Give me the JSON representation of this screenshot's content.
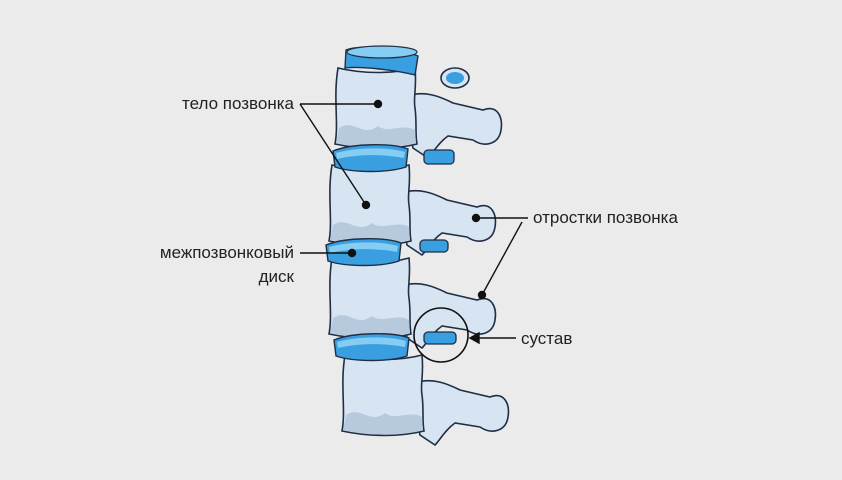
{
  "labels": {
    "body": "тело позвонка",
    "disc_line1": "межпозвонковый",
    "disc_line2": "диск",
    "processes": "отростки позвонка",
    "joint": "сустав"
  },
  "colors": {
    "background": "#ebebeb",
    "bone": "#d7e5f3",
    "bone_shadow": "#b6c9dd",
    "outline": "#1f2f45",
    "disc": "#3a9fe0",
    "disc_light": "#85cdf2"
  }
}
